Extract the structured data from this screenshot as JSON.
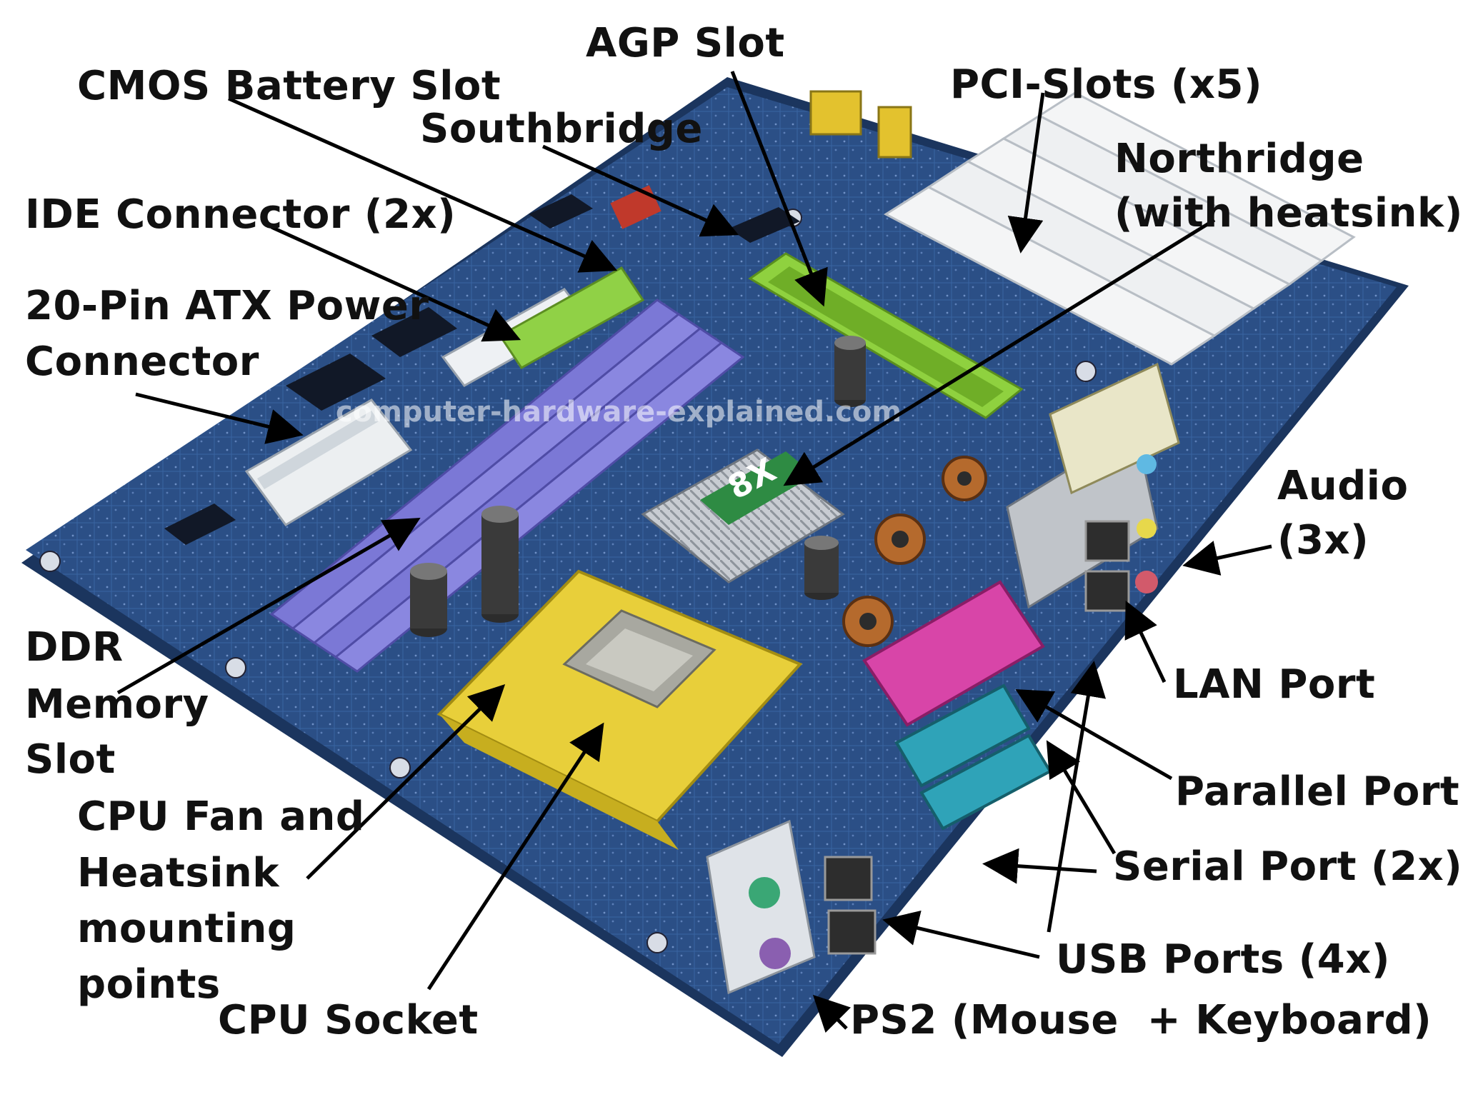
{
  "watermark": "computer-hardware-explained.com",
  "board_marking": "8X",
  "labels": {
    "agp_slot": "AGP Slot",
    "cmos_battery_slot": "CMOS Battery Slot",
    "pci_slots": "PCI-Slots (x5)",
    "southbridge": "Southbridge",
    "northridge_line1": "Northridge",
    "northridge_line2": "(with heatsink)",
    "ide_connector": "IDE Connector (2x)",
    "atx_power_line1": "20-Pin ATX Power",
    "atx_power_line2": "Connector",
    "audio_line1": "Audio",
    "audio_line2": "(3x)",
    "ddr_line1": "DDR",
    "ddr_line2": "Memory",
    "ddr_line3": "Slot",
    "lan_port": "LAN Port",
    "parallel_port": "Parallel Port",
    "cpu_fan_line1": "CPU Fan and",
    "cpu_fan_line2": "Heatsink",
    "cpu_fan_line3": "mounting",
    "cpu_fan_line4": "points",
    "serial_port": "Serial Port (2x)",
    "usb_ports": "USB Ports (4x)",
    "cpu_socket": "CPU Socket",
    "ps2": "PS2 (Mouse  + Keyboard)"
  },
  "colors": {
    "pcb": "#2b4f86",
    "pcb_dark": "#1b355e",
    "agp": "#8fd13f",
    "ddr": "#7b78d6",
    "cpu_socket": "#e8cf3a",
    "pci": "#f2f2f2",
    "parallel_port": "#d845a8",
    "serial_port": "#2fa3b8",
    "label_text": "#111111"
  }
}
